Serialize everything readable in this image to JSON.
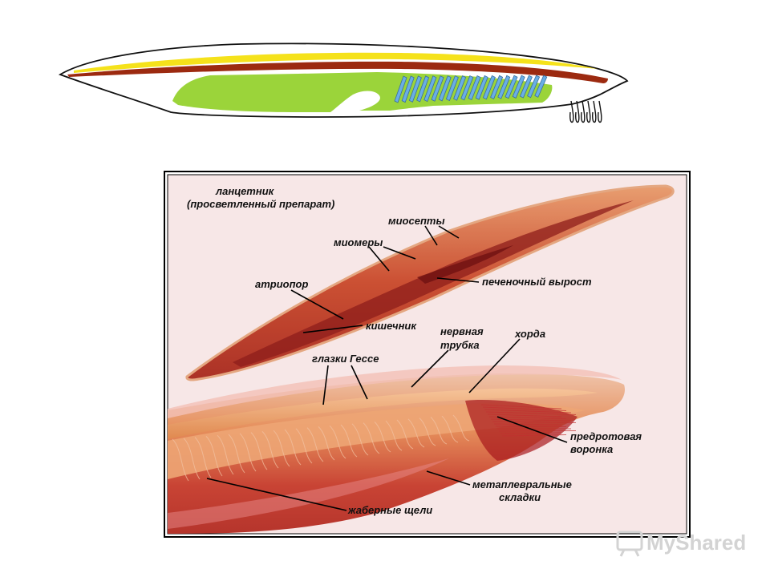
{
  "labels": {
    "title_line1": "ланцетник",
    "title_line2": "(просветленный препарат)",
    "myosepta": "миосепты",
    "myomeres": "миомеры",
    "hepatic": "печеночный вырост",
    "atriopore": "атриопор",
    "intestine": "кишечник",
    "neural_line1": "нервная",
    "neural_line2": "трубка",
    "notochord": "хорда",
    "hesse": "глазки Гессе",
    "funnel_line1": "предротовая",
    "funnel_line2": "воронка",
    "metapleural_line1": "метаплевральные",
    "metapleural_line2": "складки",
    "gill_slits": "жаберные щели"
  },
  "watermark": "MyShared",
  "colors": {
    "nerve_cord": "#f5e21b",
    "notochord": "#9c2a10",
    "gut": "#9bd43a",
    "gill_bars": "#6aaee6",
    "photo_tissue": "#c84b2e",
    "photo_bg": "#f7e7e7"
  }
}
